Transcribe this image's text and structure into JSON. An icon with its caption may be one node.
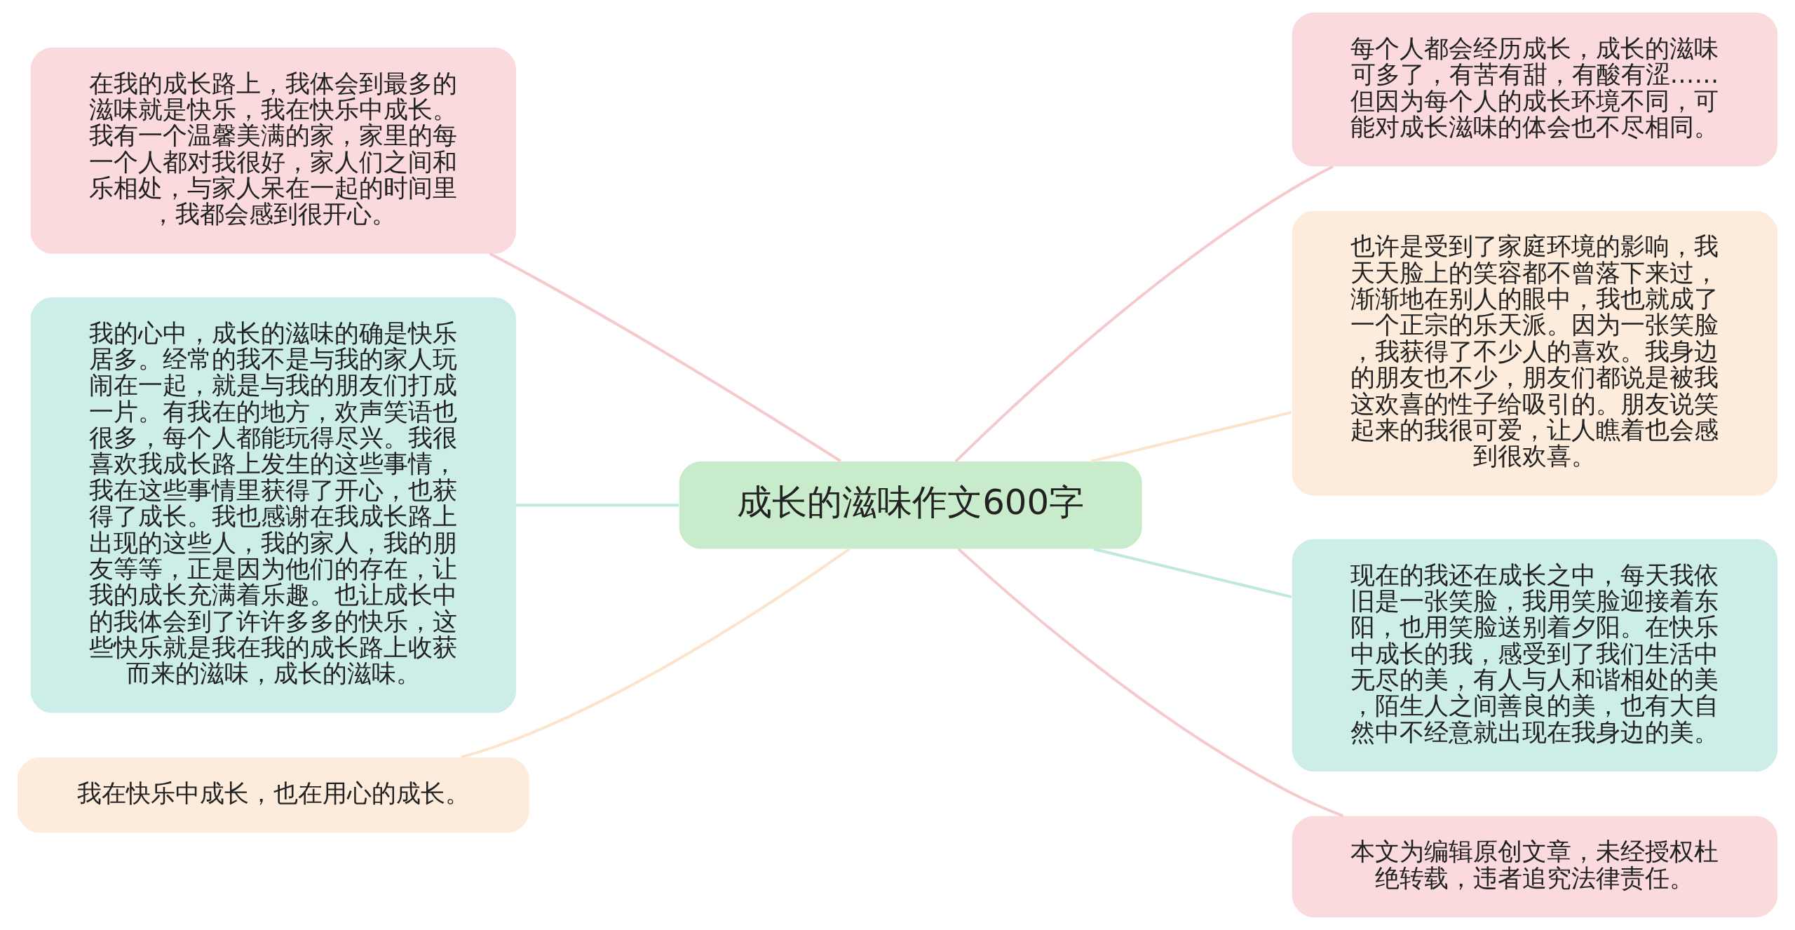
{
  "diagram": {
    "nodes": [
      {
        "text": [
          "成长的滋味作文600字"
        ]
      },
      {
        "text": [
          "在我的成长路上，我体会到最多的滋味就是快乐，我在快乐中成长。我有一个温馨美满的家，家里的每一个人都对我很好，家人们之间和乐相处，与家人呆在一起的时间里，我都会感到很开心。"
        ]
      },
      {
        "text": [
          "我的心中，成长的滋味的确是快乐居多。经常的我不是与我的家人玩闹在一起，就是与我的朋友们打成一片。有我在的地方，欢声笑语也很多，每个人都能玩得尽兴。我很喜欢我成长路上发生的这些事情，我在这些事情里获得了开心，也获得了成长。我也感谢在我成长路上出现的这些人，我的家人，我的朋友等等，正是因为他们的存在，让我的成长充满着乐趣。也让成长中的我体会到了许许多多的快乐，这些快乐就是我在我的成长路上收获而来的滋味，成长的滋味。"
        ]
      },
      {
        "text": [
          "我在快乐中成长，也在用心的成长。"
        ]
      },
      {
        "text": [
          "每个人都会经历成长，成长的滋味可多了，有苦有甜，有酸有涩……但因为每个人的成长环境不同，可能对成长滋味的体会也不尽相同。"
        ]
      },
      {
        "text": [
          "也许是受到了家庭环境的影响，我天天脸上的笑容都不曾落下来过，渐渐地在别人的眼中，我也就成了一个正宗的乐天派。因为一张笑脸，我获得了不少人的喜欢。我身边的朋友也不少，朋友们都说是被我这欢喜的性子给吸引的。朋友说笑起来的我很可爱，让人瞧着也会感到很欢喜。"
        ]
      },
      {
        "text": [
          "现在的我还在成长之中，每天我依旧是一张笑脸，我用笑脸迎接着东阳，也用笑脸送别着夕阳。在快乐中成长的我，感受到了我们生活中无尽的美，有人与人和谐相处的美，陌生人之间善良的美，也有大自然中不经意就出现在我身边的美。"
        ]
      },
      {
        "text": [
          "本文为编辑原创文章，未经授权杜绝转载，违者追究法律责任。"
        ]
      }
    ],
    "edges": [
      {
        "from": 0,
        "to": 1,
        "arrow": "none",
        "color": "#f6c9cc"
      },
      {
        "from": 0,
        "to": 2,
        "arrow": "none",
        "color": "#bfe8e0"
      },
      {
        "from": 0,
        "to": 3,
        "arrow": "none",
        "color": "#fbe3cc"
      },
      {
        "from": 0,
        "to": 4,
        "arrow": "none",
        "color": "#f6c9cc"
      },
      {
        "from": 0,
        "to": 5,
        "arrow": "none",
        "color": "#fbe3cc"
      },
      {
        "from": 0,
        "to": 6,
        "arrow": "none",
        "color": "#bfe8e0"
      },
      {
        "from": 0,
        "to": 7,
        "arrow": "none",
        "color": "#f6c9cc"
      }
    ]
  }
}
